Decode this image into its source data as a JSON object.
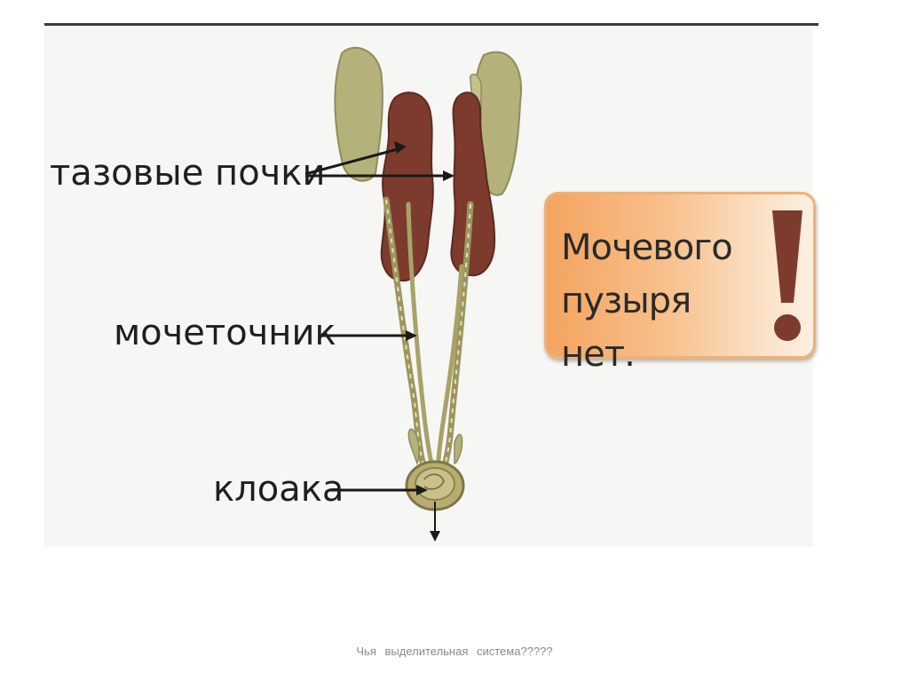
{
  "diagram": {
    "labels": {
      "pelvic_kidneys": "тазовые почки",
      "ureter": "мочеточник",
      "cloaca": "клоака"
    },
    "callout": {
      "text": "Мочевого пузыря нет.",
      "color": "#f4a460"
    },
    "colors": {
      "kidney": "#7d3b2e",
      "gland": "#b4b27a",
      "ureter": "#9c9560",
      "arrow": "#1a1a1a",
      "exclamation": "#7d3b2e"
    }
  },
  "footer": {
    "caption": "Чья   выделительная  система?????"
  }
}
